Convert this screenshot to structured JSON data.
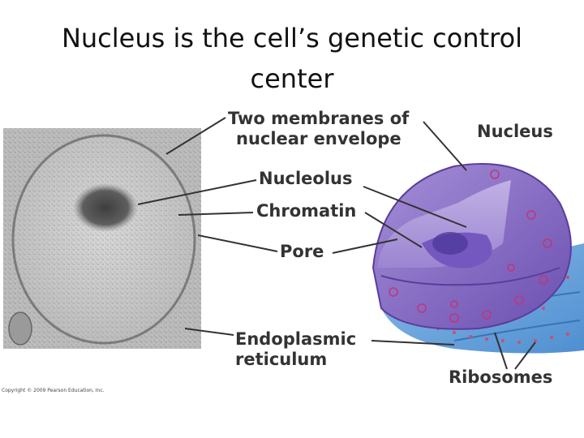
{
  "title": {
    "line1": "Nucleus is the cell’s genetic control",
    "line2": "center"
  },
  "labels": {
    "envelope_line1": "Two membranes of",
    "envelope_line2": "nuclear envelope",
    "nucleus": "Nucleus",
    "nucleolus": "Nucleolus",
    "chromatin": "Chromatin",
    "pore": "Pore",
    "er_line1": "Endoplasmic",
    "er_line2": "reticulum",
    "ribosomes": "Ribosomes"
  },
  "copyright": "Copyright © 2009 Pearson Education, Inc.",
  "colors": {
    "micrograph": "#c9c9c9",
    "nucleus_purple": "#8a6fc2",
    "er_blue": "#6fa6dc",
    "ribosome_red": "#c0357a"
  }
}
